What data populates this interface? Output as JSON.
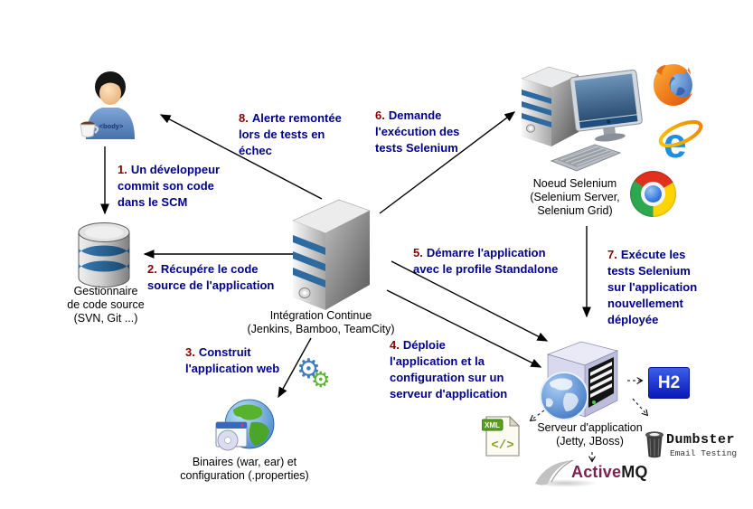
{
  "colors": {
    "step_number": "#8b0000",
    "step_text": "#00008b",
    "label": "#000000",
    "server_stripe": "#2d6a9f",
    "h2_bg": "#1535cc",
    "activemq_primary": "#7b2150",
    "activemq_secondary": "#1a1a1a",
    "xml_green": "#5a9e1e"
  },
  "steps": {
    "s1": {
      "num": "1.",
      "text": "Un développeur\ncommit son code\ndans le SCM"
    },
    "s2": {
      "num": "2.",
      "text": "Récupére le code\nsource de l'application"
    },
    "s3": {
      "num": "3.",
      "text": "Construit\nl'application web"
    },
    "s4": {
      "num": "4.",
      "text": "Déploie\nl'application et la\nconfiguration sur un\nserveur d'application"
    },
    "s5": {
      "num": "5.",
      "text": "Démarre l'application\navec le profile Standalone"
    },
    "s6": {
      "num": "6.",
      "text": "Demande\nl'exécution des\ntests Selenium"
    },
    "s7": {
      "num": "7.",
      "text": "Exécute les\ntests Selenium\nsur l'application\nnouvellement\ndéployée"
    },
    "s8": {
      "num": "8.",
      "text": "Alerte remontée\nlors de tests en\néchec"
    }
  },
  "nodes": {
    "developer": {
      "shirt": "<body>"
    },
    "scm": {
      "label": "Gestionnaire\nde code source\n(SVN, Git ...)"
    },
    "ci": {
      "label": "Intégration Continue\n(Jenkins, Bamboo, TeamCity)"
    },
    "selenium": {
      "label": "Noeud Selenium\n(Selenium Server,\nSelenium Grid)"
    },
    "binaries": {
      "label": "Binaires (war, ear) et\nconfiguration (.properties)"
    },
    "appserver": {
      "label": "Serveur d'application\n(Jetty, JBoss)"
    },
    "h2": {
      "label": "H2"
    },
    "dumbster": {
      "title": "Dumbster",
      "subtitle": "Email Testing"
    },
    "activemq": {
      "part1": "Active",
      "part2": "MQ"
    },
    "xmlfile": {
      "badge": "XML",
      "glyph": "</>"
    }
  },
  "icons": {
    "gear_glyph": "⚙",
    "ie_letter": "e"
  }
}
